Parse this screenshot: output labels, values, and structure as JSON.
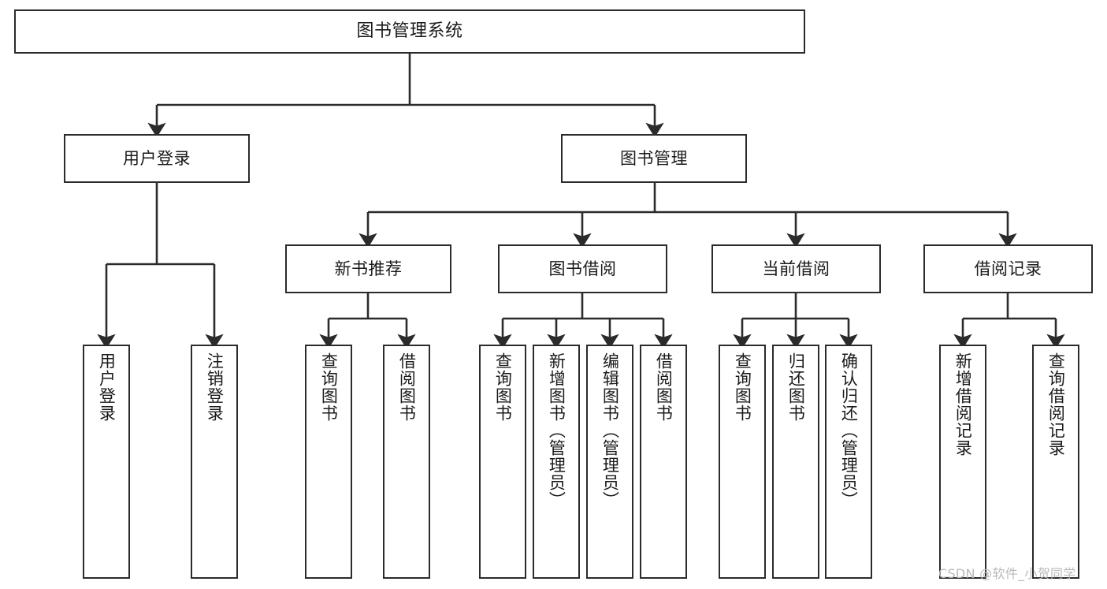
{
  "diagram": {
    "title": "图书管理系统",
    "type": "tree-hierarchy",
    "orientation": "top-down",
    "colors": {
      "background": "#ffffff",
      "node_fill": "#ffffff",
      "node_border": "#2b2b2b",
      "edge": "#2b2b2b",
      "text": "#1a1a1a",
      "watermark": "#b9b9b9"
    }
  },
  "nodes": {
    "root": {
      "label": "图书管理系统"
    },
    "level2": [
      {
        "label": "用户登录"
      },
      {
        "label": "图书管理"
      }
    ],
    "level3": [
      {
        "label": "新书推荐"
      },
      {
        "label": "图书借阅"
      },
      {
        "label": "当前借阅"
      },
      {
        "label": "借阅记录"
      }
    ],
    "leaves": {
      "user_login": [
        {
          "label": "用户登录"
        },
        {
          "label": "注销登录"
        }
      ],
      "new_book_recommend": [
        {
          "label": "查询图书"
        },
        {
          "label": "借阅图书"
        }
      ],
      "book_borrow": [
        {
          "label": "查询图书"
        },
        {
          "label": "新增图书（管理员）"
        },
        {
          "label": "编辑图书（管理员）"
        },
        {
          "label": "借阅图书"
        }
      ],
      "current_borrow": [
        {
          "label": "查询图书"
        },
        {
          "label": "归还图书"
        },
        {
          "label": "确认归还（管理员）"
        }
      ],
      "borrow_record": [
        {
          "label": "新增借阅记录"
        },
        {
          "label": "查询借阅记录"
        }
      ]
    }
  },
  "watermark": {
    "text": "CSDN @软件_小贺同学"
  }
}
